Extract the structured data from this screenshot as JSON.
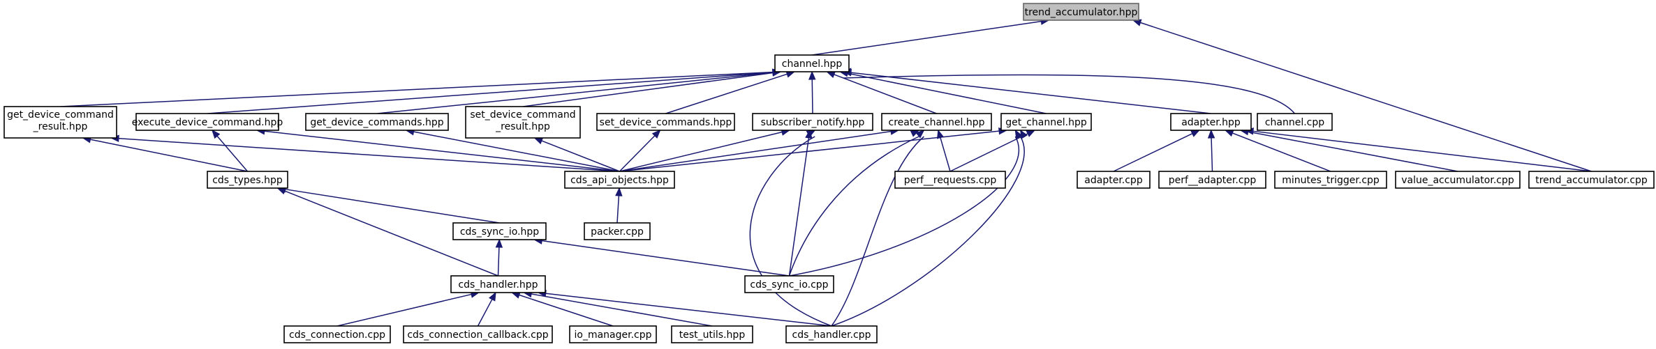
{
  "graph": {
    "title": "trend_accumulator.hpp",
    "edge_color": "#191970",
    "root_fill": "#bfbfbf",
    "nodes": [
      {
        "id": "trend_hpp",
        "label": "trend_accumulator.hpp",
        "root": true
      },
      {
        "id": "channel_hpp",
        "label": "channel.hpp"
      },
      {
        "id": "trend_cpp",
        "label": "trend_accumulator.cpp"
      },
      {
        "id": "gdcr_hpp",
        "label": [
          "get_device_command",
          "_result.hpp"
        ]
      },
      {
        "id": "edc_hpp",
        "label": "execute_device_command.hpp"
      },
      {
        "id": "gdcs_hpp",
        "label": "get_device_commands.hpp"
      },
      {
        "id": "sdcr_hpp",
        "label": [
          "set_device_command",
          "_result.hpp"
        ]
      },
      {
        "id": "sdcs_hpp",
        "label": "set_device_commands.hpp"
      },
      {
        "id": "sn_hpp",
        "label": "subscriber_notify.hpp"
      },
      {
        "id": "cc_hpp",
        "label": "create_channel.hpp"
      },
      {
        "id": "gc_hpp",
        "label": "get_channel.hpp"
      },
      {
        "id": "adapter_hpp",
        "label": "adapter.hpp"
      },
      {
        "id": "channel_cpp",
        "label": "channel.cpp"
      },
      {
        "id": "cds_types_hpp",
        "label": "cds_types.hpp"
      },
      {
        "id": "cds_api_hpp",
        "label": "cds_api_objects.hpp"
      },
      {
        "id": "perf_req_cpp",
        "label": "perf__requests.cpp"
      },
      {
        "id": "adapter_cpp",
        "label": "adapter.cpp"
      },
      {
        "id": "perf_adapter_cpp",
        "label": "perf__adapter.cpp"
      },
      {
        "id": "minutes_cpp",
        "label": "minutes_trigger.cpp"
      },
      {
        "id": "value_acc_cpp",
        "label": "value_accumulator.cpp"
      },
      {
        "id": "cds_sync_io_hpp",
        "label": "cds_sync_io.hpp"
      },
      {
        "id": "packer_cpp",
        "label": "packer.cpp"
      },
      {
        "id": "cds_handler_hpp",
        "label": "cds_handler.hpp"
      },
      {
        "id": "cds_sync_io_cpp",
        "label": "cds_sync_io.cpp"
      },
      {
        "id": "cds_conn_cpp",
        "label": "cds_connection.cpp"
      },
      {
        "id": "cds_conn_cb_cpp",
        "label": "cds_connection_callback.cpp"
      },
      {
        "id": "io_manager_cpp",
        "label": "io_manager.cpp"
      },
      {
        "id": "test_utils_hpp",
        "label": "test_utils.hpp"
      },
      {
        "id": "cds_handler_cpp",
        "label": "cds_handler.cpp"
      }
    ],
    "edges": [
      [
        "channel_hpp",
        "trend_hpp"
      ],
      [
        "trend_cpp",
        "trend_hpp"
      ],
      [
        "gdcr_hpp",
        "channel_hpp"
      ],
      [
        "edc_hpp",
        "channel_hpp"
      ],
      [
        "gdcs_hpp",
        "channel_hpp"
      ],
      [
        "sdcr_hpp",
        "channel_hpp"
      ],
      [
        "sdcs_hpp",
        "channel_hpp"
      ],
      [
        "sn_hpp",
        "channel_hpp"
      ],
      [
        "cc_hpp",
        "channel_hpp"
      ],
      [
        "gc_hpp",
        "channel_hpp"
      ],
      [
        "adapter_hpp",
        "channel_hpp"
      ],
      [
        "channel_cpp",
        "channel_hpp"
      ],
      [
        "cds_types_hpp",
        "gdcr_hpp"
      ],
      [
        "cds_api_hpp",
        "gdcr_hpp"
      ],
      [
        "cds_types_hpp",
        "edc_hpp"
      ],
      [
        "cds_api_hpp",
        "edc_hpp"
      ],
      [
        "cds_api_hpp",
        "gdcs_hpp"
      ],
      [
        "cds_api_hpp",
        "sdcr_hpp"
      ],
      [
        "cds_api_hpp",
        "sdcs_hpp"
      ],
      [
        "cds_api_hpp",
        "sn_hpp"
      ],
      [
        "cds_sync_io_cpp",
        "sn_hpp"
      ],
      [
        "cds_handler_cpp",
        "sn_hpp"
      ],
      [
        "cds_api_hpp",
        "cc_hpp"
      ],
      [
        "perf_req_cpp",
        "cc_hpp"
      ],
      [
        "cds_sync_io_cpp",
        "cc_hpp"
      ],
      [
        "cds_handler_cpp",
        "cc_hpp"
      ],
      [
        "cds_api_hpp",
        "gc_hpp"
      ],
      [
        "perf_req_cpp",
        "gc_hpp"
      ],
      [
        "cds_sync_io_cpp",
        "gc_hpp"
      ],
      [
        "cds_handler_cpp",
        "gc_hpp"
      ],
      [
        "adapter_cpp",
        "adapter_hpp"
      ],
      [
        "perf_adapter_cpp",
        "adapter_hpp"
      ],
      [
        "minutes_cpp",
        "adapter_hpp"
      ],
      [
        "value_acc_cpp",
        "adapter_hpp"
      ],
      [
        "trend_cpp",
        "adapter_hpp"
      ],
      [
        "cds_sync_io_hpp",
        "cds_types_hpp"
      ],
      [
        "cds_handler_hpp",
        "cds_types_hpp"
      ],
      [
        "packer_cpp",
        "cds_api_hpp"
      ],
      [
        "cds_handler_hpp",
        "cds_sync_io_hpp"
      ],
      [
        "cds_sync_io_cpp",
        "cds_sync_io_hpp"
      ],
      [
        "cds_conn_cpp",
        "cds_handler_hpp"
      ],
      [
        "cds_conn_cb_cpp",
        "cds_handler_hpp"
      ],
      [
        "io_manager_cpp",
        "cds_handler_hpp"
      ],
      [
        "test_utils_hpp",
        "cds_handler_hpp"
      ],
      [
        "cds_handler_cpp",
        "cds_handler_hpp"
      ]
    ]
  }
}
